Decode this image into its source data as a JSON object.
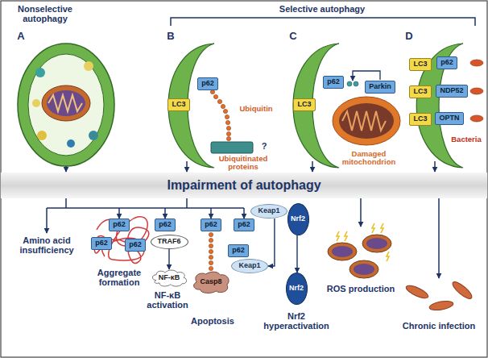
{
  "diagram": {
    "nodes": [
      {
        "text": [
          "LC3"
        ]
      },
      {
        "text": [
          "p62"
        ]
      },
      {
        "text": [
          "LC3"
        ]
      },
      {
        "text": [
          "p62"
        ]
      },
      {
        "text": [
          "Parkin"
        ]
      },
      {
        "text": [
          "LC3"
        ]
      },
      {
        "text": [
          "p62"
        ]
      },
      {
        "text": [
          "LC3"
        ]
      },
      {
        "text": [
          "NDP52"
        ]
      },
      {
        "text": [
          "LC3"
        ]
      },
      {
        "text": [
          "OPTN"
        ]
      },
      {
        "text": [
          "Impairment of autophagy"
        ]
      },
      {
        "text": [
          "p62"
        ]
      },
      {
        "text": [
          "p62"
        ]
      },
      {
        "text": [
          "p62"
        ]
      },
      {
        "text": [
          "p62"
        ]
      },
      {
        "text": [
          "TRAF6"
        ]
      },
      {
        "text": [
          "NF-κB"
        ]
      },
      {
        "text": [
          "p62"
        ]
      },
      {
        "text": [
          "Casp8"
        ]
      },
      {
        "text": [
          "p62"
        ]
      },
      {
        "text": [
          "p62"
        ]
      },
      {
        "text": [
          "Keap1"
        ]
      },
      {
        "text": [
          "Keap1"
        ]
      },
      {
        "text": [
          "Nrf2"
        ]
      },
      {
        "text": [
          "Nrf2"
        ]
      }
    ],
    "edges": [
      {
        "from": 16,
        "to": 17,
        "arrow": "to"
      },
      {
        "from": 23,
        "to": 22,
        "arrow": "to"
      },
      {
        "from": 24,
        "to": 25,
        "arrow": "to"
      }
    ],
    "labels": [
      "Nonselective autophagy",
      "Selective autophagy",
      "A",
      "B",
      "C",
      "D",
      "Ubiquitin",
      "?",
      "Ubiquitinated proteins",
      "Damaged mitochondrion",
      "Bacteria",
      "Amino acid insufficiency",
      "Aggregate formation",
      "NF-κB activation",
      "Apoptosis",
      "ROS production",
      "Nrf2 hyperactivation",
      "Chronic infection"
    ]
  }
}
